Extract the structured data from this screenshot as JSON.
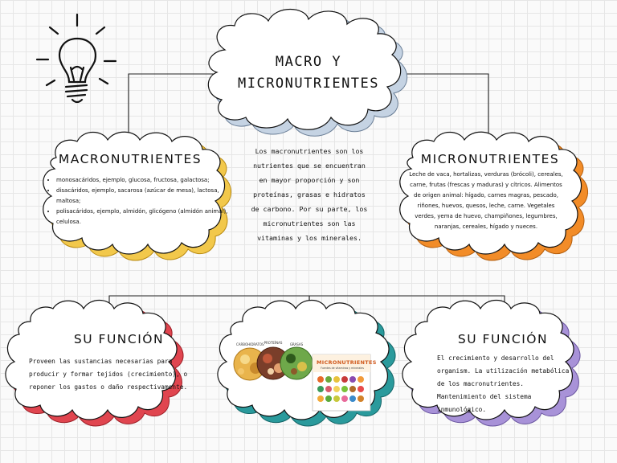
{
  "title": {
    "line1": "MACRO Y",
    "line2": "MICRONUTRIENTES"
  },
  "macro": {
    "heading": "MACRONUTRIENTES",
    "items": [
      "monosacáridos, ejemplo, glucosa, fructosa, galactosa;",
      "disacáridos, ejemplo, sacarosa (azúcar de mesa), lactosa, maltosa;",
      "polisacáridos, ejemplo, almidón, glicógeno (almidón animal), celulosa."
    ]
  },
  "micro": {
    "heading": "MICRONUTRIENTES",
    "body": "Leche de vaca, hortalizas, verduras (brócoli), cereales, carne, frutas (frescas y maduras) y cítricos. Alimentos de origen animal: hígado, carnes magras, pescado, riñones, huevos, quesos, leche, carne. Vegetales verdes, yema de huevo, champiñones, legumbres, naranjas, cereales, hígado y nueces."
  },
  "center": {
    "body": "Los macronutrientes son los nutrientes que se encuentran en mayor proporción y son proteínas, grasas e hidratos de carbono. Por su parte, los micronutrientes son las vitaminas y los minerales."
  },
  "function_left": {
    "heading": "SU FUNCIÓN",
    "body": "Proveen las sustancias necesarias para producir y formar tejidos (crecimiento), o reponer los gastos o daño respectivamente."
  },
  "function_right": {
    "heading": "SU FUNCIÓN",
    "body": "El crecimiento y desarrollo del organism. La utilización metabólica de los macronutrientes. Mantenimiento del sistema inmunológico."
  },
  "image": {
    "plate_labels": [
      "CARBOHIDRATOS",
      "PROTEÍNAS",
      "GRASAS"
    ],
    "poster_title": "MICRONUTRIENTES",
    "poster_subtitle": "Fuentes de vitaminas y minerales"
  },
  "colors": {
    "title_cloud_shadow": "#c5d3e3",
    "macro_shadow": "#f2c84b",
    "micro_shadow": "#f28c28",
    "function_left_shadow": "#e0454f",
    "image_shadow": "#2a9a9c",
    "function_right_shadow": "#a892d8"
  }
}
